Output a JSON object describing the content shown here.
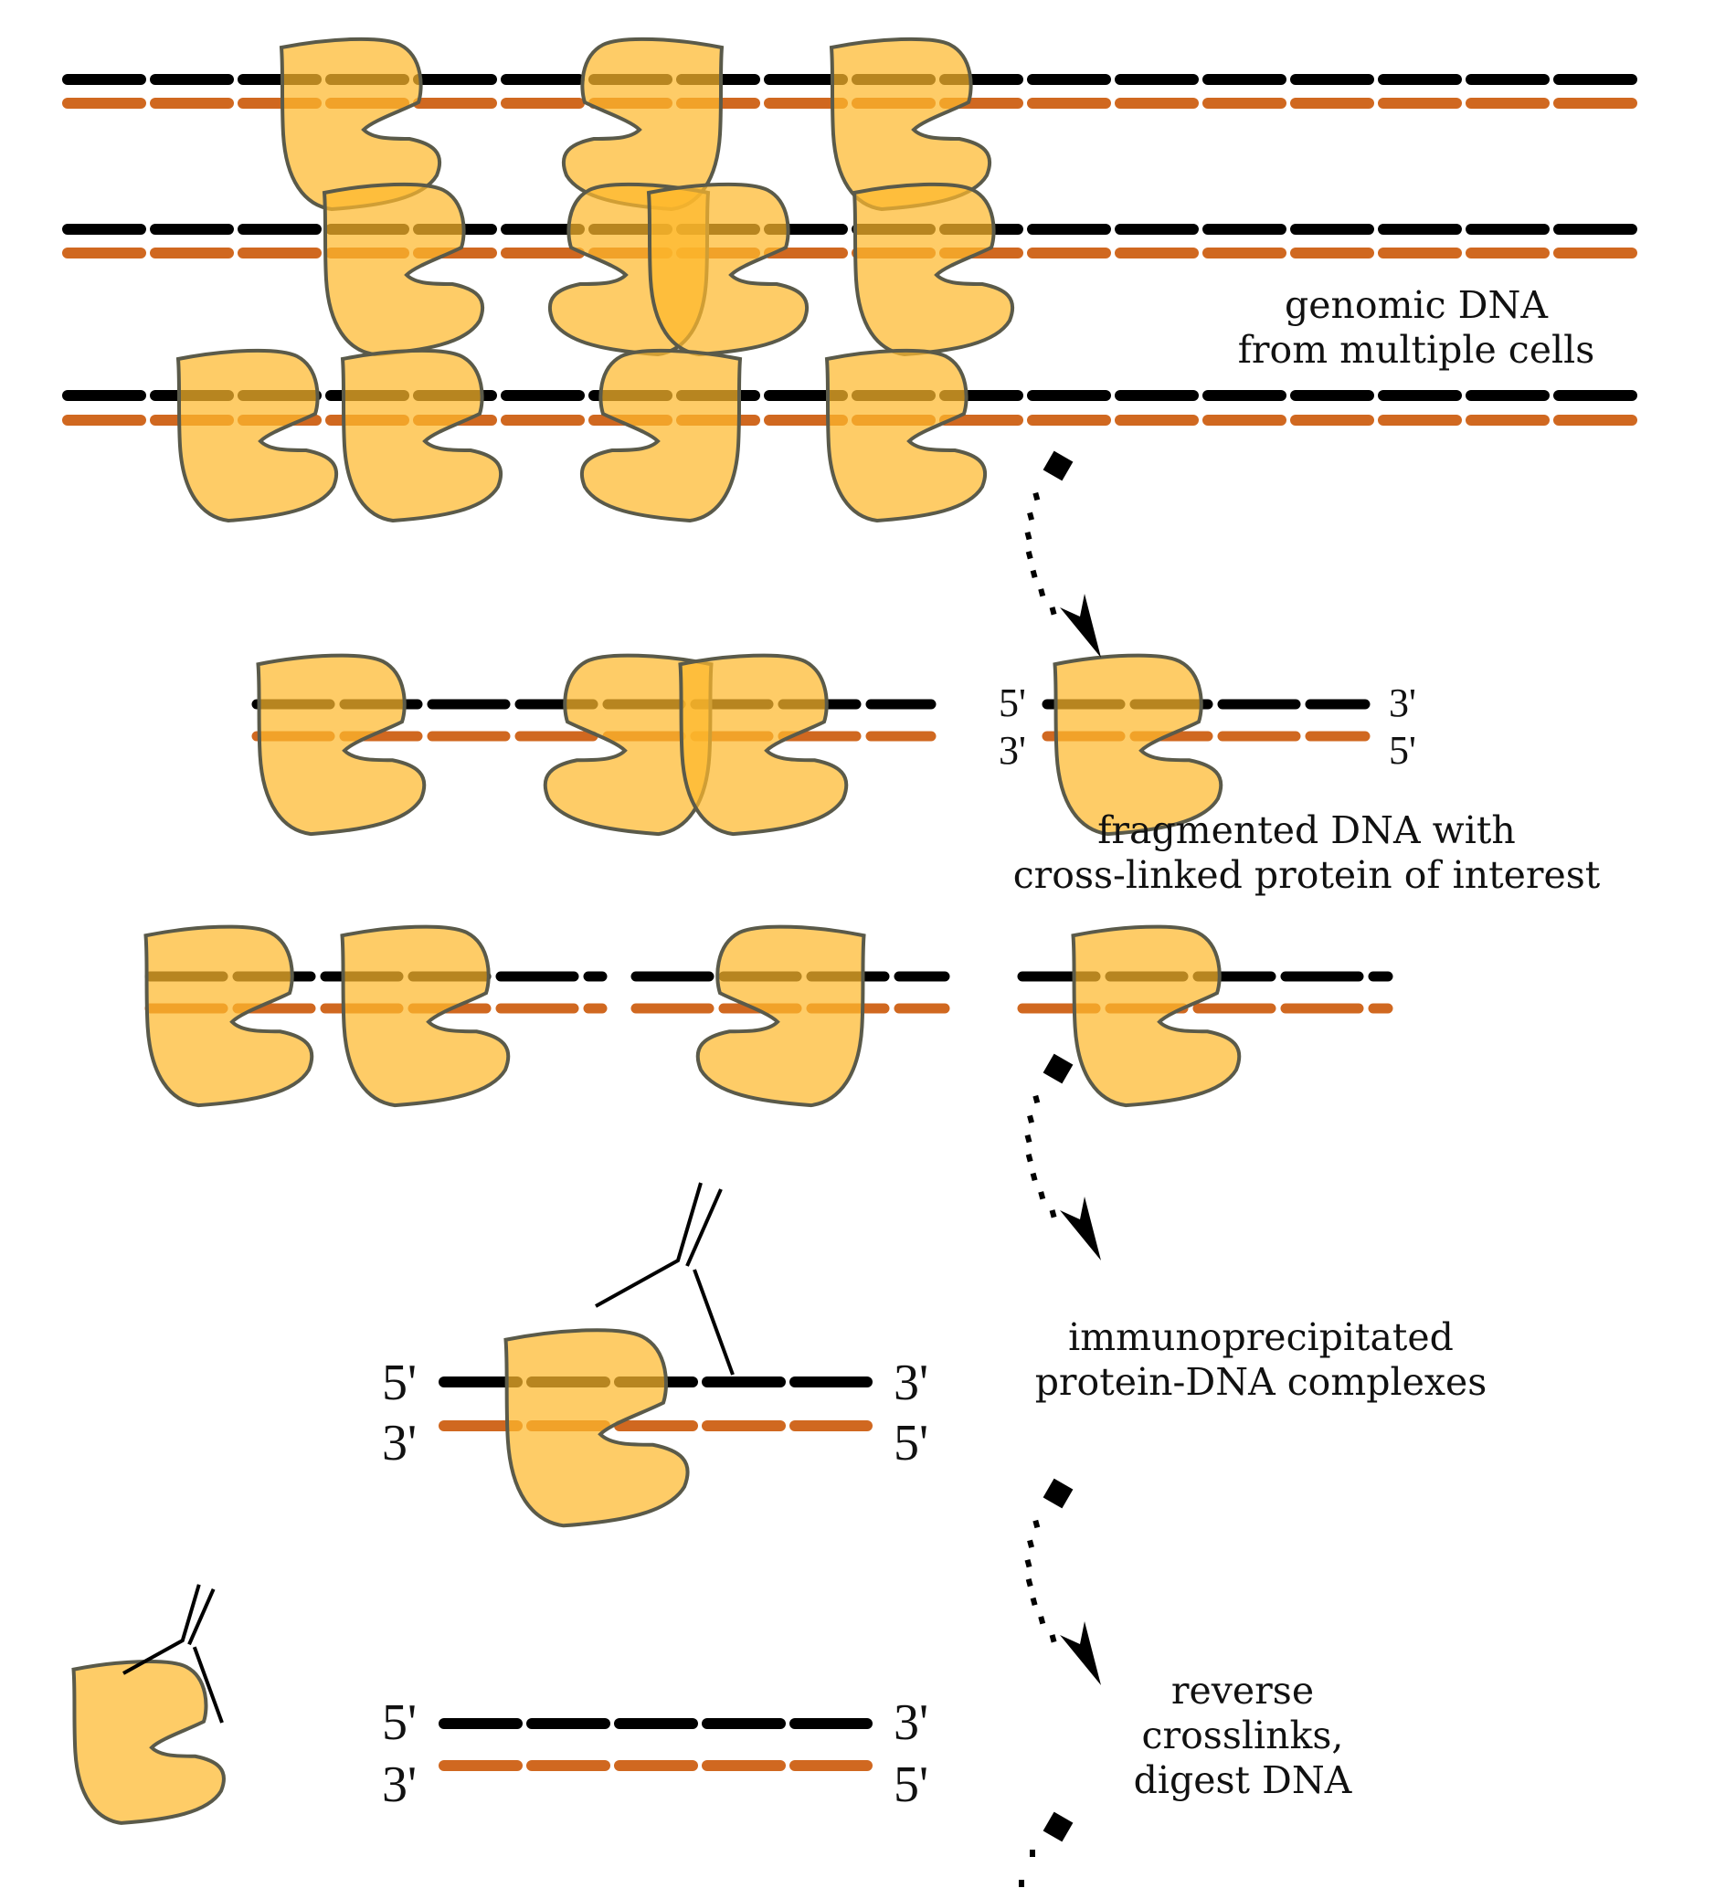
{
  "figure": {
    "title": "Chromatin immunoprecipitation workflow",
    "colors": {
      "template_strand": "#000000",
      "complement_strand": "#d06820",
      "protein_fill": "#fdb92c",
      "protein_stroke": "#5a5a4a",
      "arrow": "#000000"
    }
  },
  "steps": [
    {
      "id": "genomic",
      "label": "genomic DNA\nfrom multiple cells"
    },
    {
      "id": "fragmented",
      "label": "fragmented DNA with\ncross-linked protein of interest"
    },
    {
      "id": "ip",
      "label": "immunoprecipitated\nprotein-DNA complexes"
    },
    {
      "id": "reverse",
      "label": "reverse\ncrosslinks,\ndigest DNA"
    }
  ],
  "strand_ends": {
    "five_prime": "5'",
    "three_prime": "3'"
  },
  "icons": {
    "protein": "protein-of-interest-icon",
    "antibody": "antibody-icon",
    "arrow": "dotted-curved-arrow-icon"
  }
}
